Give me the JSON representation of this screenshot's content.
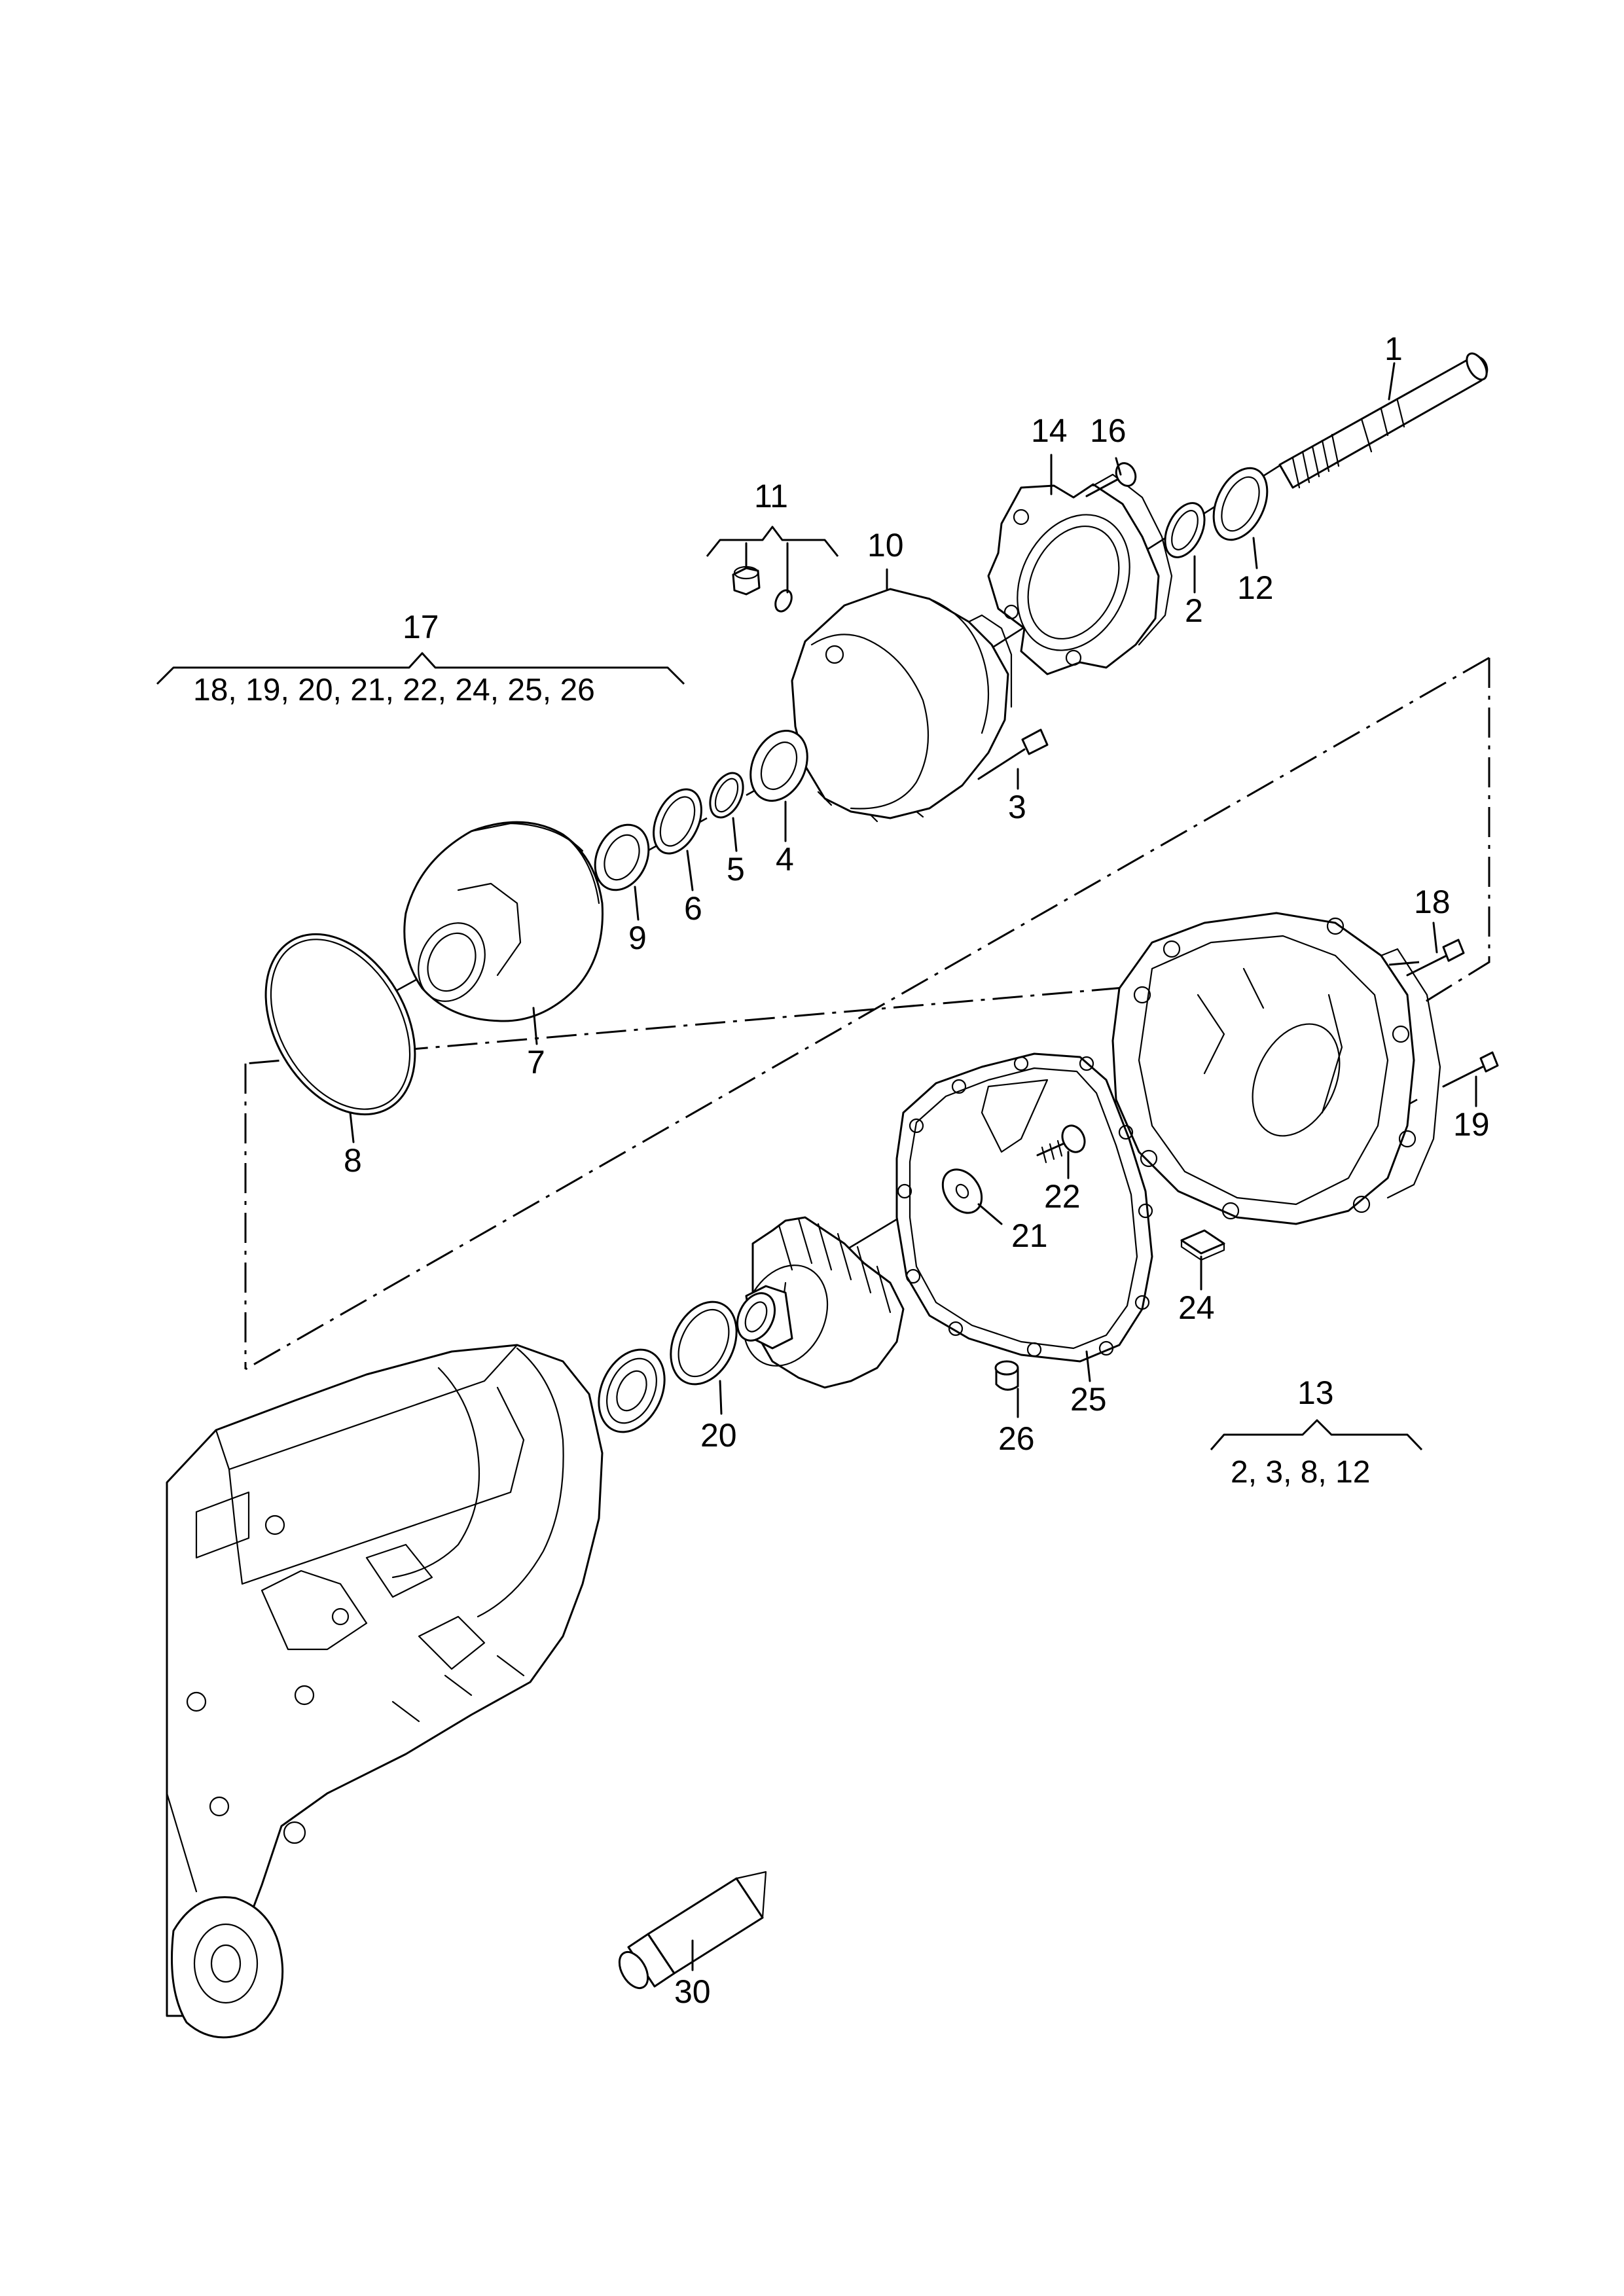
{
  "callouts": {
    "p1": "1",
    "p2": "2",
    "p3": "3",
    "p4": "4",
    "p5": "5",
    "p6": "6",
    "p7": "7",
    "p8": "8",
    "p9": "9",
    "p10": "10",
    "p11": "11",
    "p12": "12",
    "p13": "13",
    "p14": "14",
    "p16": "16",
    "p17": "17",
    "p18": "18",
    "p19": "19",
    "p20": "20",
    "p21": "21",
    "p22": "22",
    "p24": "24",
    "p25": "25",
    "p26": "26",
    "p30": "30"
  },
  "groups": {
    "g17": "18, 19, 20, 21, 22, 24, 25, 26",
    "g13": "2, 3, 8, 12"
  }
}
